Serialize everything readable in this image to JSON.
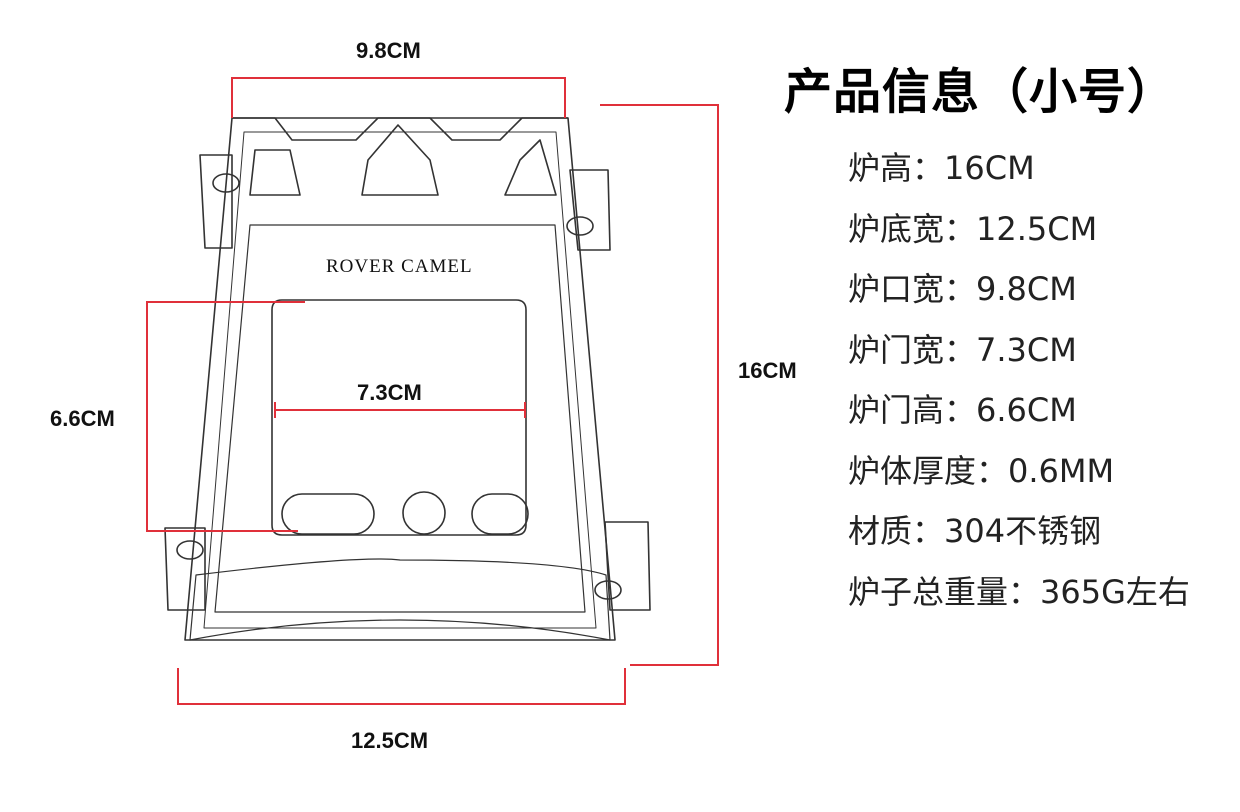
{
  "brand": "ROVER CAMEL",
  "dimensions": {
    "mouth_width": "9.8CM",
    "height": "16CM",
    "door_height": "6.6CM",
    "door_width": "7.3CM",
    "base_width": "12.5CM"
  },
  "info": {
    "title": "产品信息（小号）",
    "specs": [
      "炉高：16CM",
      "炉底宽：12.5CM",
      "炉口宽：9.8CM",
      "炉门宽：7.3CM",
      "炉门高：6.6CM",
      "炉体厚度：0.6MM",
      "材质：304不锈钢",
      "炉子总重量：365G左右"
    ]
  },
  "colors": {
    "dimension_line": "#e0303a",
    "sketch": "#333333"
  }
}
